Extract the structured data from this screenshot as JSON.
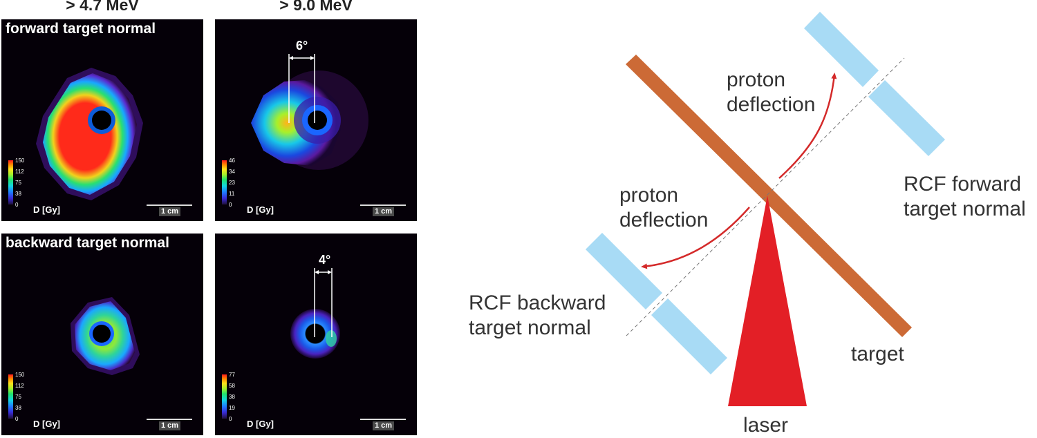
{
  "column_headers": [
    "> 4.7 MeV",
    "> 9.0 MeV"
  ],
  "panels": [
    {
      "title": "forward target normal",
      "ticks": [
        "150",
        "112",
        "75",
        "38",
        "0"
      ],
      "dose_label": "D [Gy]",
      "scale_label": "1 cm",
      "angle": ""
    },
    {
      "title": "",
      "ticks": [
        "46",
        "34",
        "23",
        "11",
        "0"
      ],
      "dose_label": "D [Gy]",
      "scale_label": "1 cm",
      "angle": "6°"
    },
    {
      "title": "backward target normal",
      "ticks": [
        "150",
        "112",
        "75",
        "38",
        "0"
      ],
      "dose_label": "D [Gy]",
      "scale_label": "1 cm",
      "angle": ""
    },
    {
      "title": "",
      "ticks": [
        "77",
        "58",
        "38",
        "19",
        "0"
      ],
      "dose_label": "D [Gy]",
      "scale_label": "1 cm",
      "angle": "4°"
    }
  ],
  "diagram": {
    "proton_deflection_top": [
      "proton",
      "deflection"
    ],
    "proton_deflection_left": [
      "proton",
      "deflection"
    ],
    "rcf_forward": [
      "RCF forward",
      "target normal"
    ],
    "rcf_backward": [
      "RCF backward",
      "target normal"
    ],
    "target_label": "target",
    "laser_label": "laser"
  },
  "colors": {
    "target": "#cc6a36",
    "rcf": "#a8dbf5",
    "laser": "#e31f26",
    "proton_path": "#d42a2a"
  }
}
